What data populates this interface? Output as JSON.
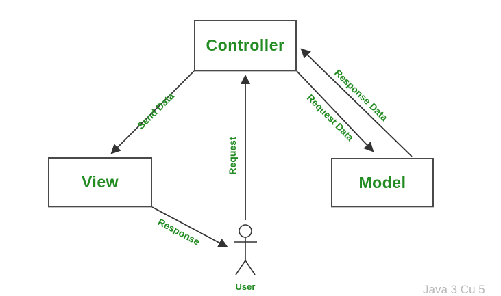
{
  "diagram": {
    "boxes": {
      "controller": "Controller",
      "view": "View",
      "model": "Model"
    },
    "arrows": {
      "send_data": "Send Data",
      "request": "Request",
      "request_data": "Request Data",
      "response_data": "Response Data",
      "response": "Response"
    },
    "user_label": "User",
    "watermark": "Java 3 Cu 5",
    "colors": {
      "accent_green": "#228B22",
      "line": "#333333",
      "box_border": "#4a4a4a",
      "watermark_gray": "#b8b8b8"
    }
  }
}
